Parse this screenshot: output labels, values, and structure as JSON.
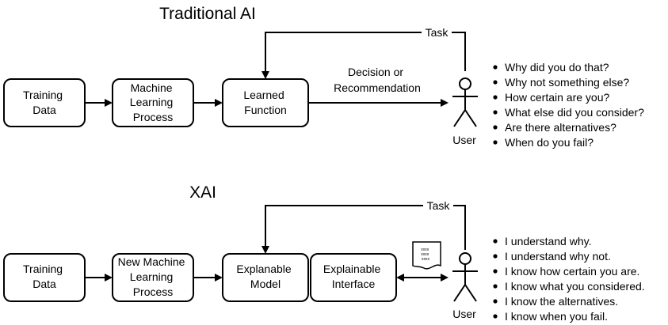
{
  "traditional": {
    "title": "Traditional AI",
    "box1": [
      "Training",
      "Data"
    ],
    "box2": [
      "Machine",
      "Learning",
      "Process"
    ],
    "box3": [
      "Learned",
      "Function"
    ],
    "task": "Task",
    "decision": [
      "Decision or",
      "Recommendation"
    ],
    "user": "User",
    "questions": [
      "Why did you do that?",
      "Why not something else?",
      "How certain are you?",
      "What else did you consider?",
      "Are there alternatives?",
      "When do you fail?"
    ]
  },
  "xai": {
    "title": "XAI",
    "box1": [
      "Training",
      "Data"
    ],
    "box2": [
      "New Machine",
      "Learning",
      "Process"
    ],
    "box3": [
      "Explanable",
      "Model"
    ],
    "box4": [
      "Explainable",
      "Interface"
    ],
    "task": "Task",
    "doc_text": [
      "xxxx",
      "xxxx",
      "xxxx"
    ],
    "user": "User",
    "statements": [
      "I understand why.",
      "I understand why not.",
      "I know how certain you are.",
      "I know what you considered.",
      "I know the alternatives.",
      "I know when you fail."
    ]
  }
}
